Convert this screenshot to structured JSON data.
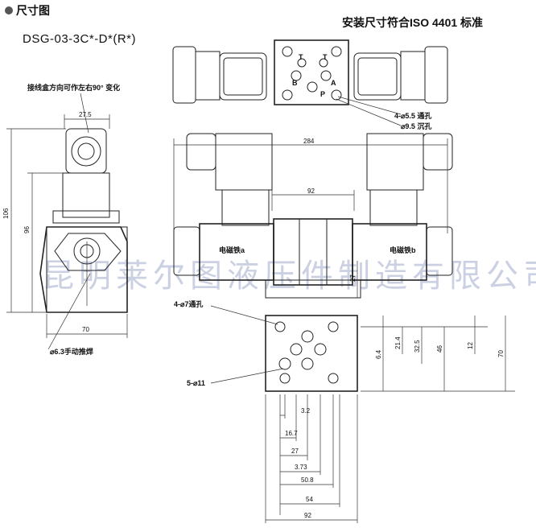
{
  "header": {
    "title": "尺寸图",
    "model": "DSG-03-3C*-D*(R*)",
    "standard": "安装尺寸符合ISO 4401 标准"
  },
  "side_view": {
    "rotation_note": "接线盒方向可作左右90° 变化",
    "dim_top": "27.5",
    "dim_total": "106",
    "dim_body": "96",
    "dim_width": "70",
    "manual_override": "⌀6.3手动推焊"
  },
  "top_view": {
    "port_T1": "T",
    "port_T2": "T",
    "port_B": "B",
    "port_A": "A",
    "port_P": "P",
    "holes_note": "4-⌀5.5 通孔",
    "counterbore_note": "⌀9.5 沉孔"
  },
  "front_view": {
    "overall": "284",
    "between": "92",
    "solenoid_a": "电磁铁a",
    "solenoid_b": "电磁铁b",
    "height": "27"
  },
  "mount_face": {
    "holes_7": "4-⌀7通孔",
    "holes_11": "5-⌀11",
    "v_6_4": "6.4",
    "v_21_4": "21.4",
    "v_32_5": "32.5",
    "v_46": "46",
    "v_12": "12",
    "v_70": "70",
    "h_3_2": "3.2",
    "h_16_7": "16.7",
    "h_27": "27",
    "h_3_73": "3.73",
    "h_50_8": "50.8",
    "h_54": "54",
    "h_92": "92"
  },
  "watermark": "昆明莱尔图液压件制造有限公司"
}
